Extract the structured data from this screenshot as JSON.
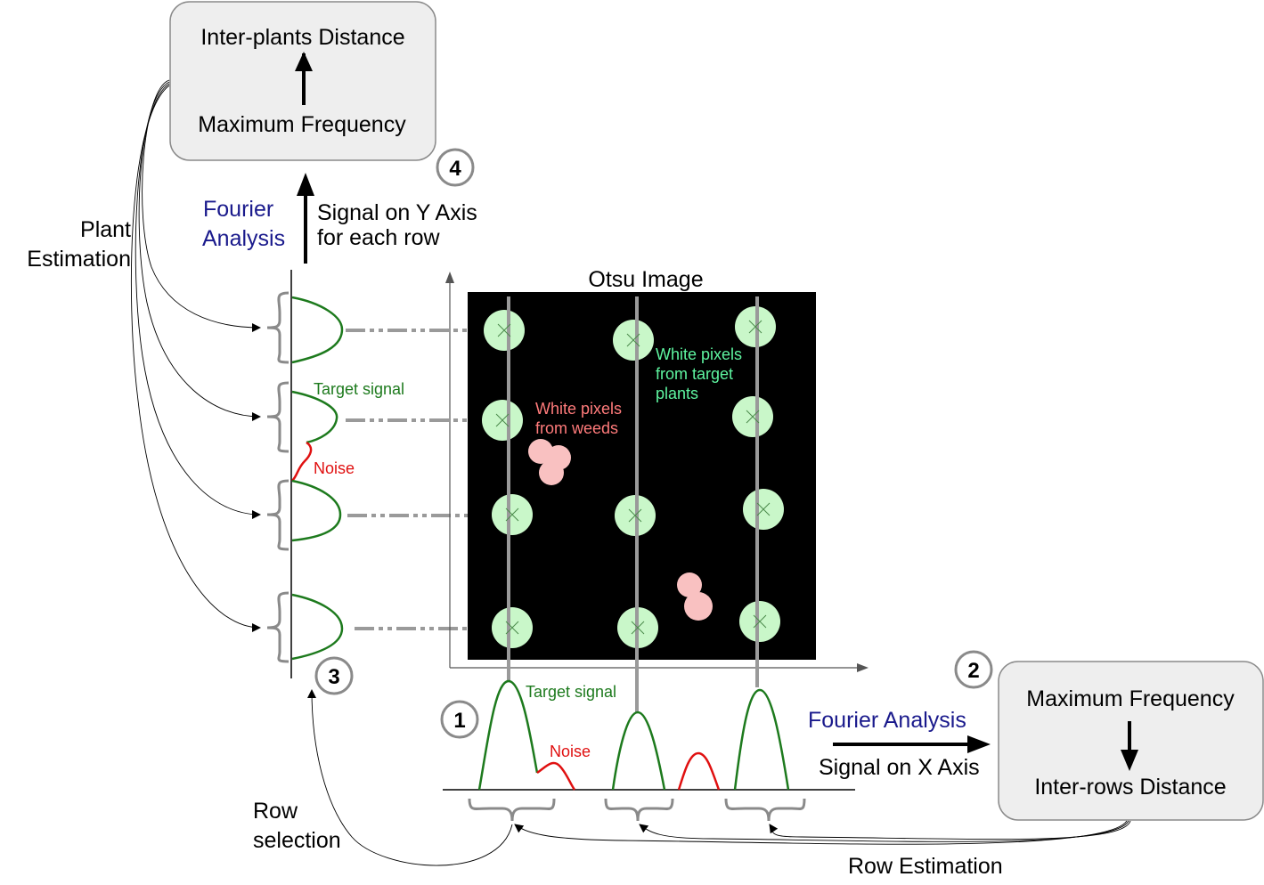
{
  "top_box": {
    "title": "Inter-plants Distance",
    "subtitle": "Maximum Frequency"
  },
  "right_box": {
    "title": "Maximum Frequency",
    "subtitle": "Inter-rows Distance"
  },
  "labels": {
    "plant_estimation_1": "Plant",
    "plant_estimation_2": "Estimation",
    "fourier_1": "Fourier",
    "fourier_2": "Analysis",
    "signal_y_1": "Signal on Y Axis",
    "signal_y_2": "for each row",
    "otsu_title": "Otsu Image",
    "white_target_1": "White pixels",
    "white_target_2": "from target",
    "white_target_3": "plants",
    "white_weeds_1": "White pixels",
    "white_weeds_2": "from weeds",
    "target_signal_left": "Target signal",
    "noise_left": "Noise",
    "target_signal_bottom": "Target signal",
    "noise_bottom": "Noise",
    "fourier_x": "Fourier Analysis",
    "signal_x": "Signal on X Axis",
    "row_selection_1": "Row",
    "row_selection_2": "selection",
    "row_estimation": "Row Estimation"
  },
  "steps": [
    "1",
    "2",
    "3",
    "4"
  ],
  "colors": {
    "plant_fill": "#c9f7c9",
    "weed_fill": "#f9c1c1",
    "signal_green": "#1d7a1d",
    "noise_red": "#e01010",
    "fourier_blue": "#1a1a8c",
    "image_bg": "#000000"
  }
}
